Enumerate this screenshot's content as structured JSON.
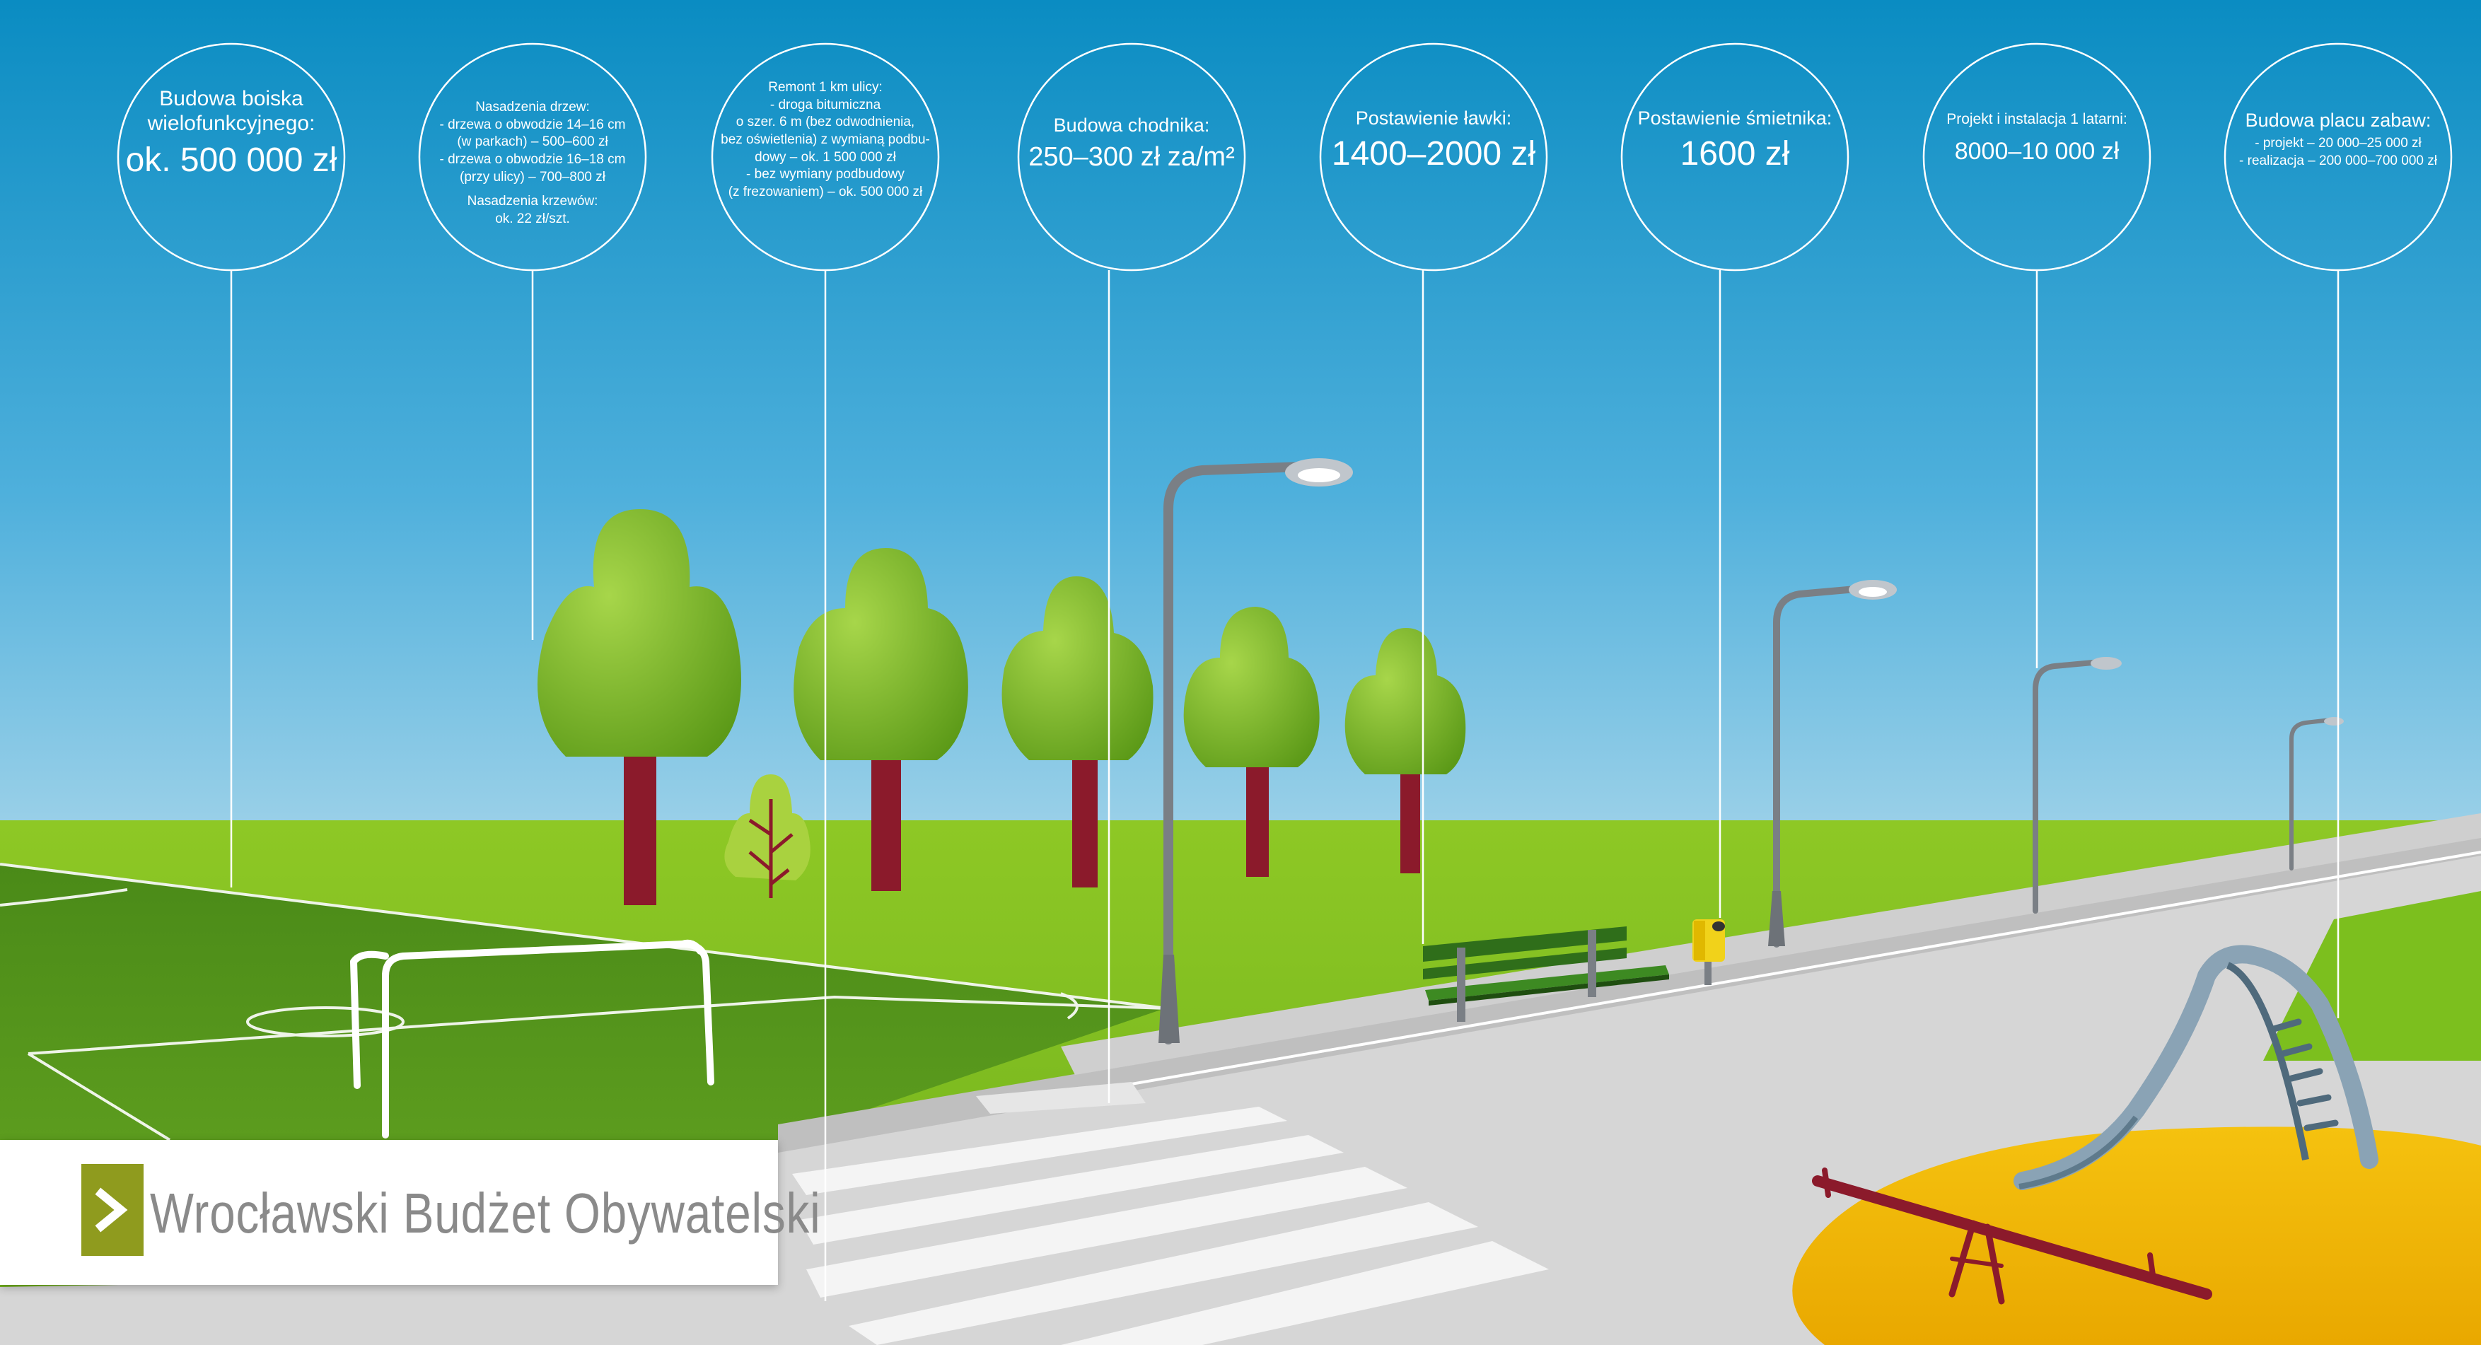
{
  "bubbles": [
    {
      "id": "boisko",
      "small": "Budowa boiska wielofunkcyjnego:",
      "big": "ok. 500 000 zł"
    },
    {
      "id": "drzewa",
      "lines": [
        "Nasadzenia drzew:",
        "- drzewa o obwodzie 14–16 cm",
        "(w parkach) – 500–600 zł",
        "- drzewa o obwodzie 16–18 cm",
        "(przy ulicy) – 700–800 zł"
      ],
      "lines2": [
        "Nasadzenia krzewów:",
        "ok. 22 zł/szt."
      ]
    },
    {
      "id": "ulica",
      "lines": [
        "Remont 1 km ulicy:",
        "- droga bitumiczna",
        "o szer. 6 m (bez odwodnienia,",
        "bez oświetlenia) z wymianą podbu-",
        "dowy – ok. 1 500 000 zł",
        "- bez wymiany podbudowy",
        "(z frezowaniem) – ok. 500 000 zł"
      ]
    },
    {
      "id": "chodnik",
      "small": "Budowa chodnika:",
      "big": "250–300 zł za/m²"
    },
    {
      "id": "lawka",
      "small": "Postawienie ławki:",
      "big": "1400–2000 zł"
    },
    {
      "id": "smietnik",
      "small": "Postawienie śmietnika:",
      "big": "1600 zł"
    },
    {
      "id": "latarnia",
      "small": "Projekt i instalacja 1 latarni:",
      "big": "8000–10 000 zł"
    },
    {
      "id": "plac",
      "small": "Budowa placu zabaw:",
      "lines": [
        "-  projekt – 20 000–25 000 zł",
        "- realizacja – 200 000–700 000 zł"
      ]
    }
  ],
  "brand": {
    "name": "Wrocławski Budżet Obywatelski",
    "icon": "chevron-right-icon",
    "color": "#8f9b1e"
  },
  "colors": {
    "sky_top": "#0a8fc4",
    "sky_bottom": "#8ccbe6",
    "grass": "#7cbf1e",
    "field": "#4f8d1a",
    "road": "#d9d9d9",
    "sandbox": "#f2b705",
    "trunk": "#8b1a2b",
    "tree": "#7db82a"
  }
}
